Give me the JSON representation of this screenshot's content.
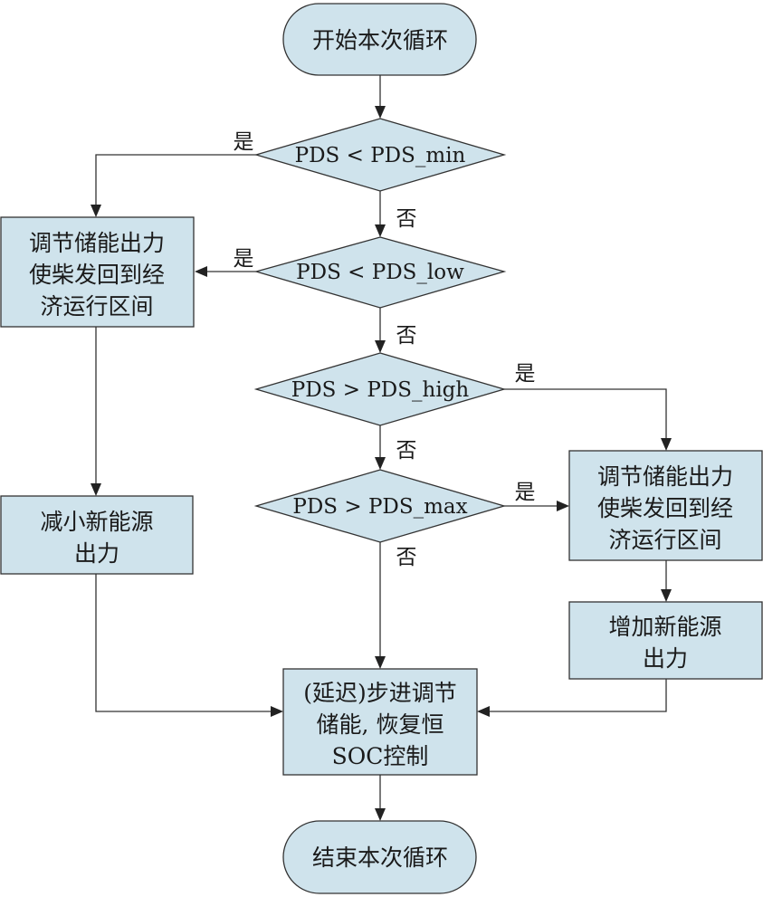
{
  "nodes": {
    "start": "开始本次循环",
    "d1": "PDS < PDS_min",
    "d2": "PDS < PDS_low",
    "d3": "PDS > PDS_high",
    "d4": "PDS > PDS_max",
    "adjust_left": [
      "调节储能出力",
      "使柴发回到经",
      "济运行区间"
    ],
    "reduce": [
      "减小新能源",
      "出力"
    ],
    "adjust_right": [
      "调节储能出力",
      "使柴发回到经",
      "济运行区间"
    ],
    "increase": [
      "增加新能源",
      "出力"
    ],
    "step": [
      "(延迟)步进调节",
      "储能, 恢复恒",
      "SOC控制"
    ],
    "end": "结束本次循环"
  },
  "edge_labels": {
    "d1_yes": "是",
    "d1_no": "否",
    "d2_yes": "是",
    "d2_no": "否",
    "d3_yes": "是",
    "d3_no": "否",
    "d4_yes": "是",
    "d4_no": "否"
  },
  "colors": {
    "node_fill": "#cfe3ec",
    "stroke": "#333333"
  }
}
